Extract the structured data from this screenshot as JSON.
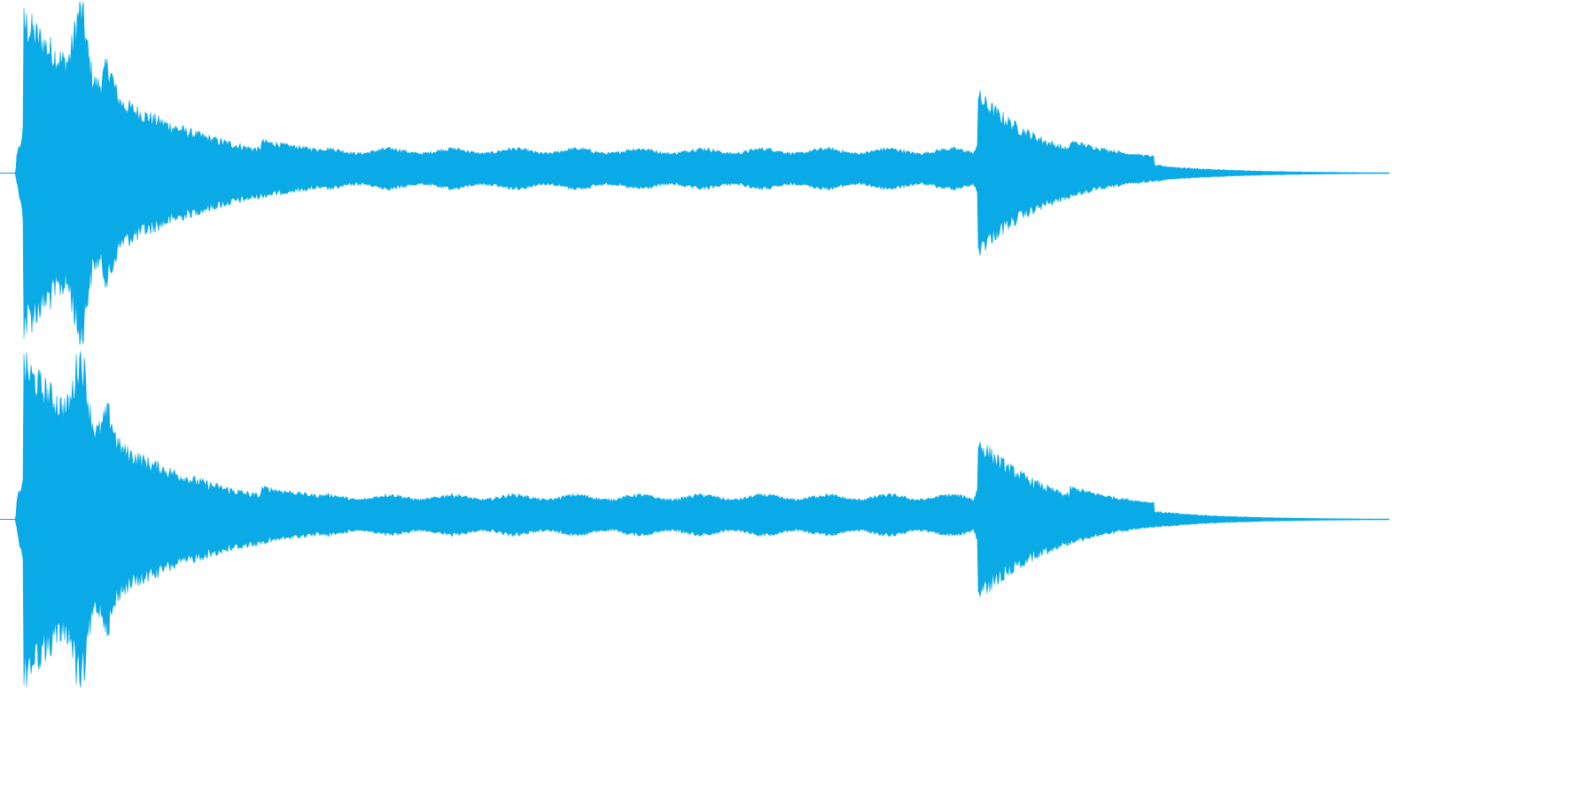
{
  "waveform": {
    "color": "#0aaae6",
    "background": "#ffffff",
    "channel_count": 2,
    "channels": [
      {
        "bursts": [
          {
            "onset": 0.017,
            "decay": 0.09,
            "peak": 1.0,
            "tail": 0.1,
            "tail_end": 0.7
          },
          {
            "onset": 0.704,
            "decay": 0.055,
            "peak": 0.5,
            "tail": 0.04,
            "tail_end": 0.757
          }
        ]
      },
      {
        "bursts": [
          {
            "onset": 0.017,
            "decay": 0.09,
            "peak": 1.0,
            "tail": 0.1,
            "tail_end": 0.7
          },
          {
            "onset": 0.704,
            "decay": 0.055,
            "peak": 0.5,
            "tail": 0.04,
            "tail_end": 0.757
          }
        ]
      }
    ]
  }
}
